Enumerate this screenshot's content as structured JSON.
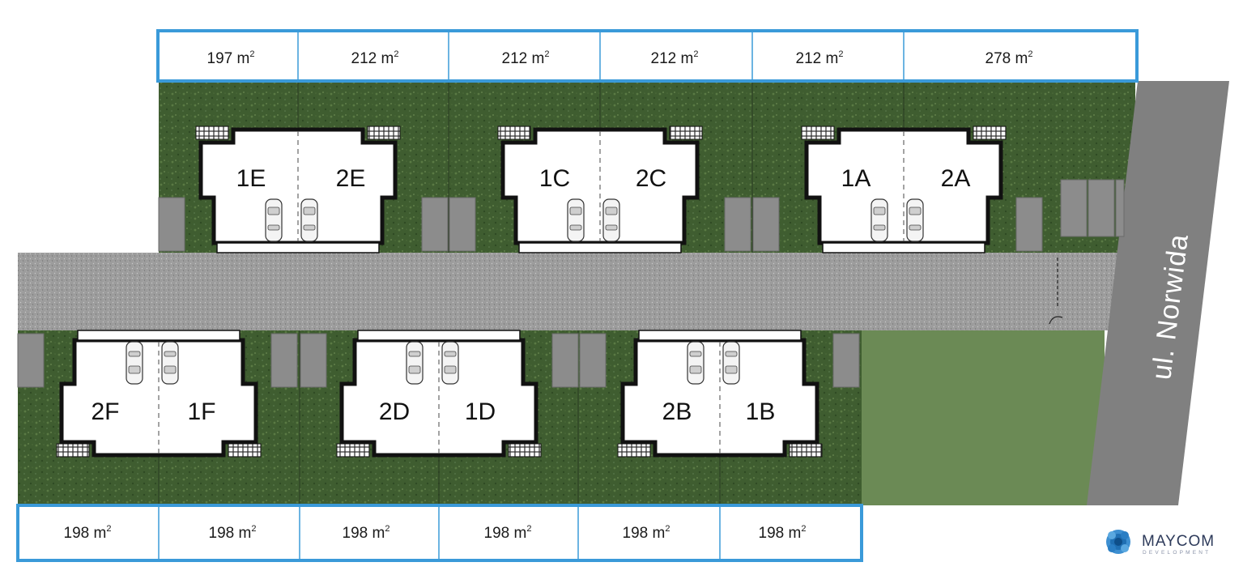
{
  "colors": {
    "lawn": "#3d5a2f",
    "lawn_light": "#5f7d4a",
    "road": "#9a9a9a",
    "street": "#7d7d7d",
    "border": "#3a9ad9",
    "wall": "#111111",
    "logo_blue": "#1f6fb3"
  },
  "street": {
    "name": "ul. Norwida"
  },
  "plots": {
    "unit": "m",
    "unit_power": "2",
    "top": [
      {
        "area": "197"
      },
      {
        "area": "212"
      },
      {
        "area": "212"
      },
      {
        "area": "212"
      },
      {
        "area": "212"
      },
      {
        "area": "278"
      }
    ],
    "bottom": [
      {
        "area": "198"
      },
      {
        "area": "198"
      },
      {
        "area": "198"
      },
      {
        "area": "198"
      },
      {
        "area": "198"
      },
      {
        "area": "198"
      }
    ]
  },
  "houses": {
    "top": [
      {
        "left": "1E",
        "right": "2E"
      },
      {
        "left": "1C",
        "right": "2C"
      },
      {
        "left": "1A",
        "right": "2A"
      }
    ],
    "bottom": [
      {
        "left": "2F",
        "right": "1F"
      },
      {
        "left": "2D",
        "right": "1D"
      },
      {
        "left": "2B",
        "right": "1B"
      }
    ]
  },
  "logo": {
    "name": "MAYCOM",
    "subtitle": "DEVELOPMENT"
  }
}
